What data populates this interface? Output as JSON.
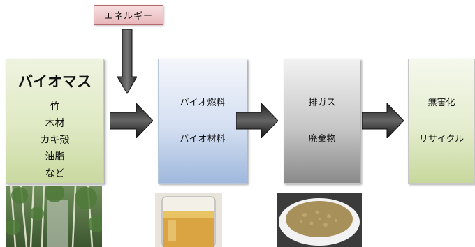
{
  "energy": {
    "label": "エネルギー"
  },
  "biomass": {
    "title": "バイオマス",
    "items": [
      "竹",
      "木材",
      "カキ殻",
      "油脂",
      "など"
    ]
  },
  "bio_products": {
    "fuel": "バイオ燃料",
    "material": "バイオ材料"
  },
  "emissions": {
    "gas": "排ガス",
    "waste": "廃棄物"
  },
  "treatment": {
    "detox": "無害化",
    "recycle": "リサイクル"
  },
  "photos": [
    "bamboo-forest-photo",
    "bio-oil-beaker-photo",
    "oyster-shell-powder-photo"
  ],
  "colors": {
    "energy_fill": "#e7b7ba",
    "biomass_fill": "#dfe9c3",
    "biofuel_fill": "#c9d7ee",
    "exhaust_fill": "#bdbdbd",
    "result_fill": "#e4edcf",
    "arrow": "#111111"
  }
}
